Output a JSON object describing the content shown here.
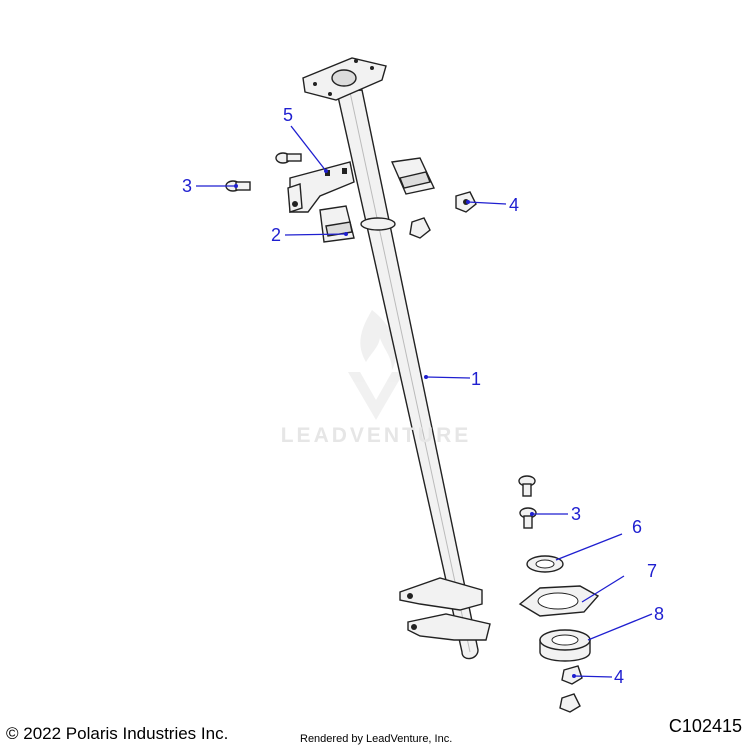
{
  "watermark": {
    "text": "LEADVENTURE"
  },
  "footer": {
    "copyright": "© 2022 Polaris Industries Inc.",
    "rendered_by": "Rendered by LeadVenture, Inc.",
    "diagram_code": "C102415"
  },
  "callouts": [
    {
      "id": "c1",
      "label": "1"
    },
    {
      "id": "c2",
      "label": "2"
    },
    {
      "id": "c3a",
      "label": "3"
    },
    {
      "id": "c3b",
      "label": "3"
    },
    {
      "id": "c4a",
      "label": "4"
    },
    {
      "id": "c4b",
      "label": "4"
    },
    {
      "id": "c5",
      "label": "5"
    },
    {
      "id": "c6",
      "label": "6"
    },
    {
      "id": "c7",
      "label": "7"
    },
    {
      "id": "c8",
      "label": "8"
    }
  ]
}
